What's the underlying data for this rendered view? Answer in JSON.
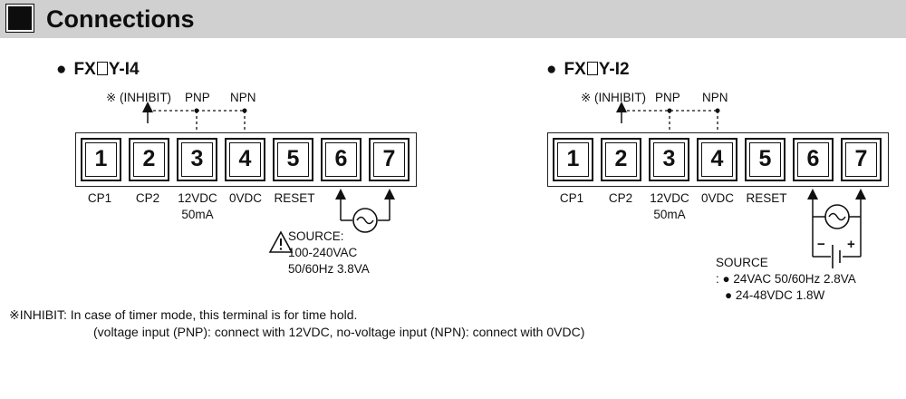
{
  "header": {
    "title": "Connections"
  },
  "left": {
    "model": {
      "bullet": "●",
      "prefix": "FX",
      "suffix": "Y-I4"
    },
    "top_labels": {
      "inhibit": "※ (INHIBIT)",
      "pnp": "PNP",
      "npn": "NPN"
    },
    "terminals": [
      {
        "number": "1",
        "label": "CP1"
      },
      {
        "number": "2",
        "label": "CP2"
      },
      {
        "number": "3",
        "label": "12VDC",
        "sublabel": "50mA"
      },
      {
        "number": "4",
        "label": "0VDC"
      },
      {
        "number": "5",
        "label": "RESET"
      },
      {
        "number": "6",
        "label": ""
      },
      {
        "number": "7",
        "label": ""
      }
    ],
    "source": {
      "line1": "SOURCE:",
      "line2": "100-240VAC",
      "line3": "50/60Hz 3.8VA"
    }
  },
  "right": {
    "model": {
      "bullet": "●",
      "prefix": "FX",
      "suffix": "Y-I2"
    },
    "top_labels": {
      "inhibit": "※ (INHIBIT)",
      "pnp": "PNP",
      "npn": "NPN"
    },
    "terminals": [
      {
        "number": "1",
        "label": "CP1"
      },
      {
        "number": "2",
        "label": "CP2"
      },
      {
        "number": "3",
        "label": "12VDC",
        "sublabel": "50mA"
      },
      {
        "number": "4",
        "label": "0VDC"
      },
      {
        "number": "5",
        "label": "RESET"
      },
      {
        "number": "6",
        "label": ""
      },
      {
        "number": "7",
        "label": ""
      }
    ],
    "battery": {
      "minus": "−",
      "plus": "+"
    },
    "source": {
      "title": "SOURCE",
      "line1": ": ● 24VAC 50/60Hz 2.8VA",
      "line2": "● 24-48VDC 1.8W"
    }
  },
  "note": {
    "line1": "※INHIBIT: In case of timer mode, this terminal is for time hold.",
    "line2": "(voltage input (PNP): connect with 12VDC, no-voltage input (NPN): connect with 0VDC)"
  }
}
